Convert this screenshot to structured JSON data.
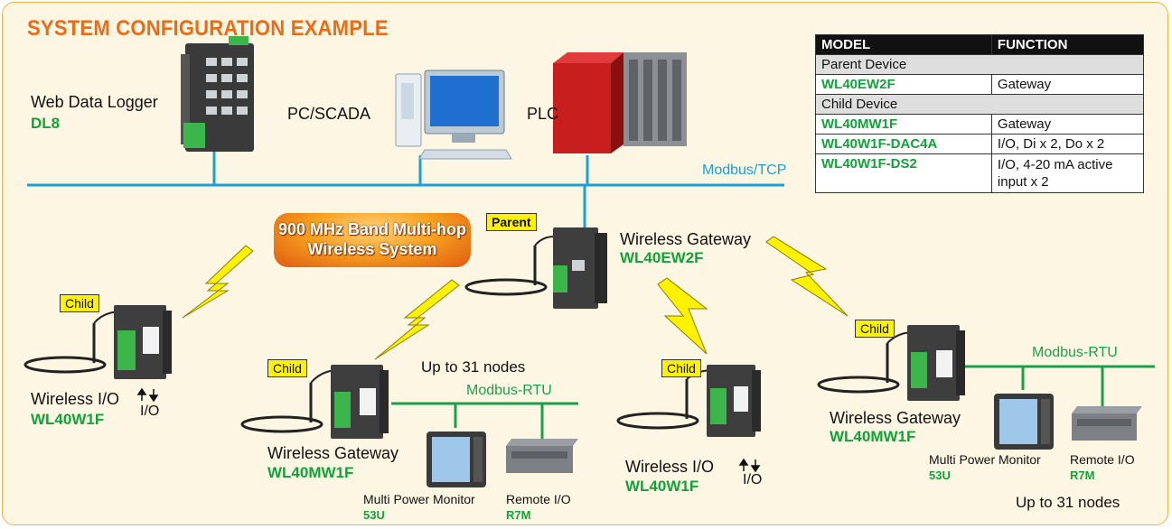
{
  "title": "SYSTEM CONFIGURATION EXAMPLE",
  "colors": {
    "accent_orange": "#ec6b16",
    "model_green": "#12a13b",
    "ethernet_blue": "#1a9fd8",
    "rs485_green": "#19a04a",
    "tag_yellow": "#fff200",
    "lightning_yellow": "#fff200",
    "frame_border": "#f0b340",
    "background": "#fdf6e3"
  },
  "table": {
    "headers": [
      "MODEL",
      "FUNCTION"
    ],
    "sections": [
      {
        "name": "Parent Device",
        "rows": [
          {
            "model": "WL40EW2F",
            "function": "Gateway"
          }
        ]
      },
      {
        "name": "Child Device",
        "rows": [
          {
            "model": "WL40MW1F",
            "function": "Gateway"
          },
          {
            "model": "WL40W1F-DAC4A",
            "function": "I/O, Di x 2, Do x 2"
          },
          {
            "model": "WL40W1F-DS2",
            "function": "I/O, 4-20 mA active input x 2"
          }
        ]
      }
    ]
  },
  "top_devices": [
    {
      "name": "Web Data Logger",
      "model": "DL8",
      "icon": "data-logger-icon"
    },
    {
      "name": "PC/SCADA",
      "icon": "pc-icon"
    },
    {
      "name": "PLC",
      "icon": "plc-icon"
    }
  ],
  "networks": {
    "ethernet": "Modbus/TCP",
    "rs485_a": "Modbus-RTU",
    "rs485_b": "Modbus-RTU"
  },
  "banner": {
    "line1": "900 MHz Band Multi-hop",
    "line2": "Wireless System"
  },
  "parent": {
    "tag": "Parent",
    "name": "Wireless Gateway",
    "model": "WL40EW2F",
    "icon": "wireless-gateway-icon"
  },
  "children": {
    "io_left": {
      "tag": "Child",
      "name": "Wireless I/O",
      "model": "WL40W1F",
      "io_label": "I/O",
      "icon": "wireless-io-icon"
    },
    "gw_center": {
      "tag": "Child",
      "name": "Wireless Gateway",
      "model": "WL40MW1F",
      "icon": "wireless-gateway-icon"
    },
    "io_center": {
      "tag": "Child",
      "name": "Wireless I/O",
      "model": "WL40W1F",
      "io_label": "I/O",
      "icon": "wireless-io-icon"
    },
    "gw_right": {
      "tag": "Child",
      "name": "Wireless Gateway",
      "model": "WL40MW1F",
      "icon": "wireless-gateway-icon"
    }
  },
  "nodes_note_a": "Up to 31 nodes",
  "nodes_note_b": "Up to 31 nodes",
  "slaves": {
    "pm_a": {
      "name": "Multi Power Monitor",
      "model": "53U",
      "icon": "power-monitor-icon"
    },
    "rio_a": {
      "name": "Remote I/O",
      "model": "R7M",
      "icon": "remote-io-icon"
    },
    "pm_b": {
      "name": "Multi Power Monitor",
      "model": "53U",
      "icon": "power-monitor-icon"
    },
    "rio_b": {
      "name": "Remote I/O",
      "model": "R7M",
      "icon": "remote-io-icon"
    }
  }
}
